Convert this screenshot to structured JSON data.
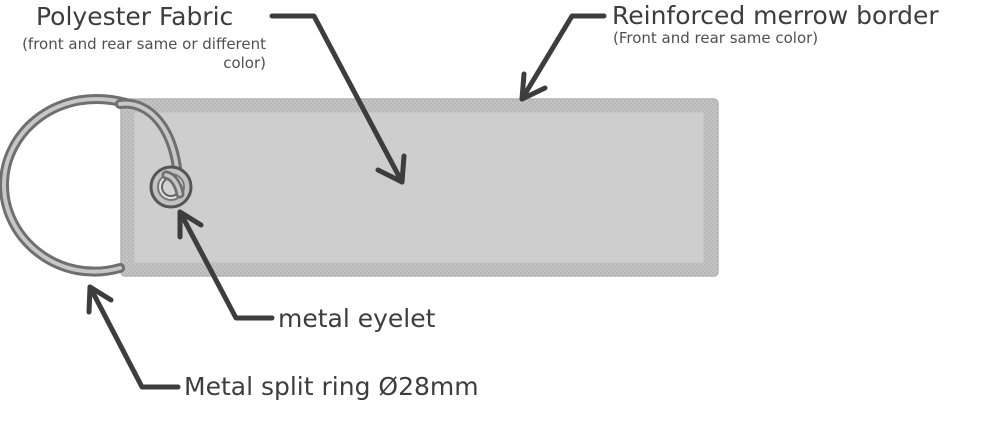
{
  "labels": {
    "polyester_title": "Polyester Fabric",
    "polyester_note": "(front and rear same or different color)",
    "merrow_title": "Reinforced merrow border",
    "merrow_note": "(Front and rear same color)",
    "eyelet": "metal eyelet",
    "split_ring": "Metal split ring Ø28mm"
  },
  "colors": {
    "fabric_fill": "#cdcdcd",
    "border_fill": "#c3c3c3",
    "ring_outer": "#777777",
    "ring_inner": "#bdbdbd",
    "arrow": "#3d3d3d",
    "text": "#3d3d3d"
  }
}
